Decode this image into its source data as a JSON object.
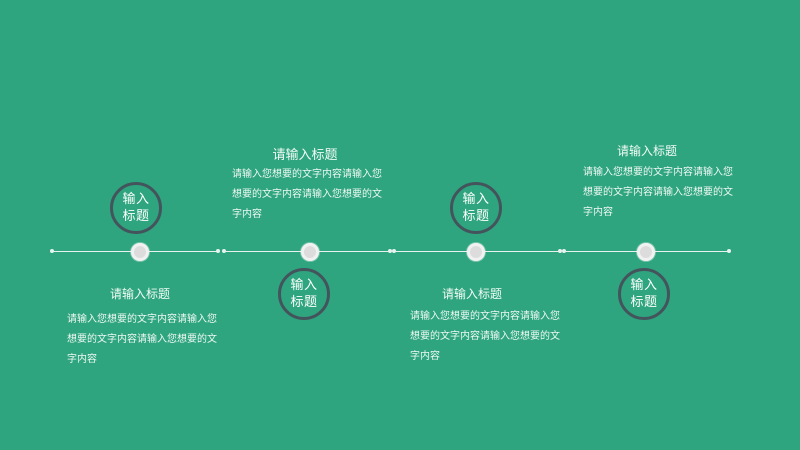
{
  "colors": {
    "background": "#2ea57e",
    "ring": "#44545c",
    "line": "#e6f3ee",
    "node": "#dcdcdc"
  },
  "items": [
    {
      "ring_label": "输入标题",
      "title": "请输入标题",
      "body": "请输入您想要的文字内容请输入您想要的文字内容请输入您想要的文字内容"
    },
    {
      "ring_label": "输入标题",
      "title": "请输入标题",
      "body": "请输入您想要的文字内容请输入您想要的文字内容请输入您想要的文字内容"
    },
    {
      "ring_label": "输入标题",
      "title": "请输入标题",
      "body": "请输入您想要的文字内容请输入您想要的文字内容请输入您想要的文字内容"
    },
    {
      "ring_label": "输入标题",
      "title": "请输入标题",
      "body": "请输入您想要的文字内容请输入您想要的文字内容请输入您想要的文字内容"
    }
  ]
}
